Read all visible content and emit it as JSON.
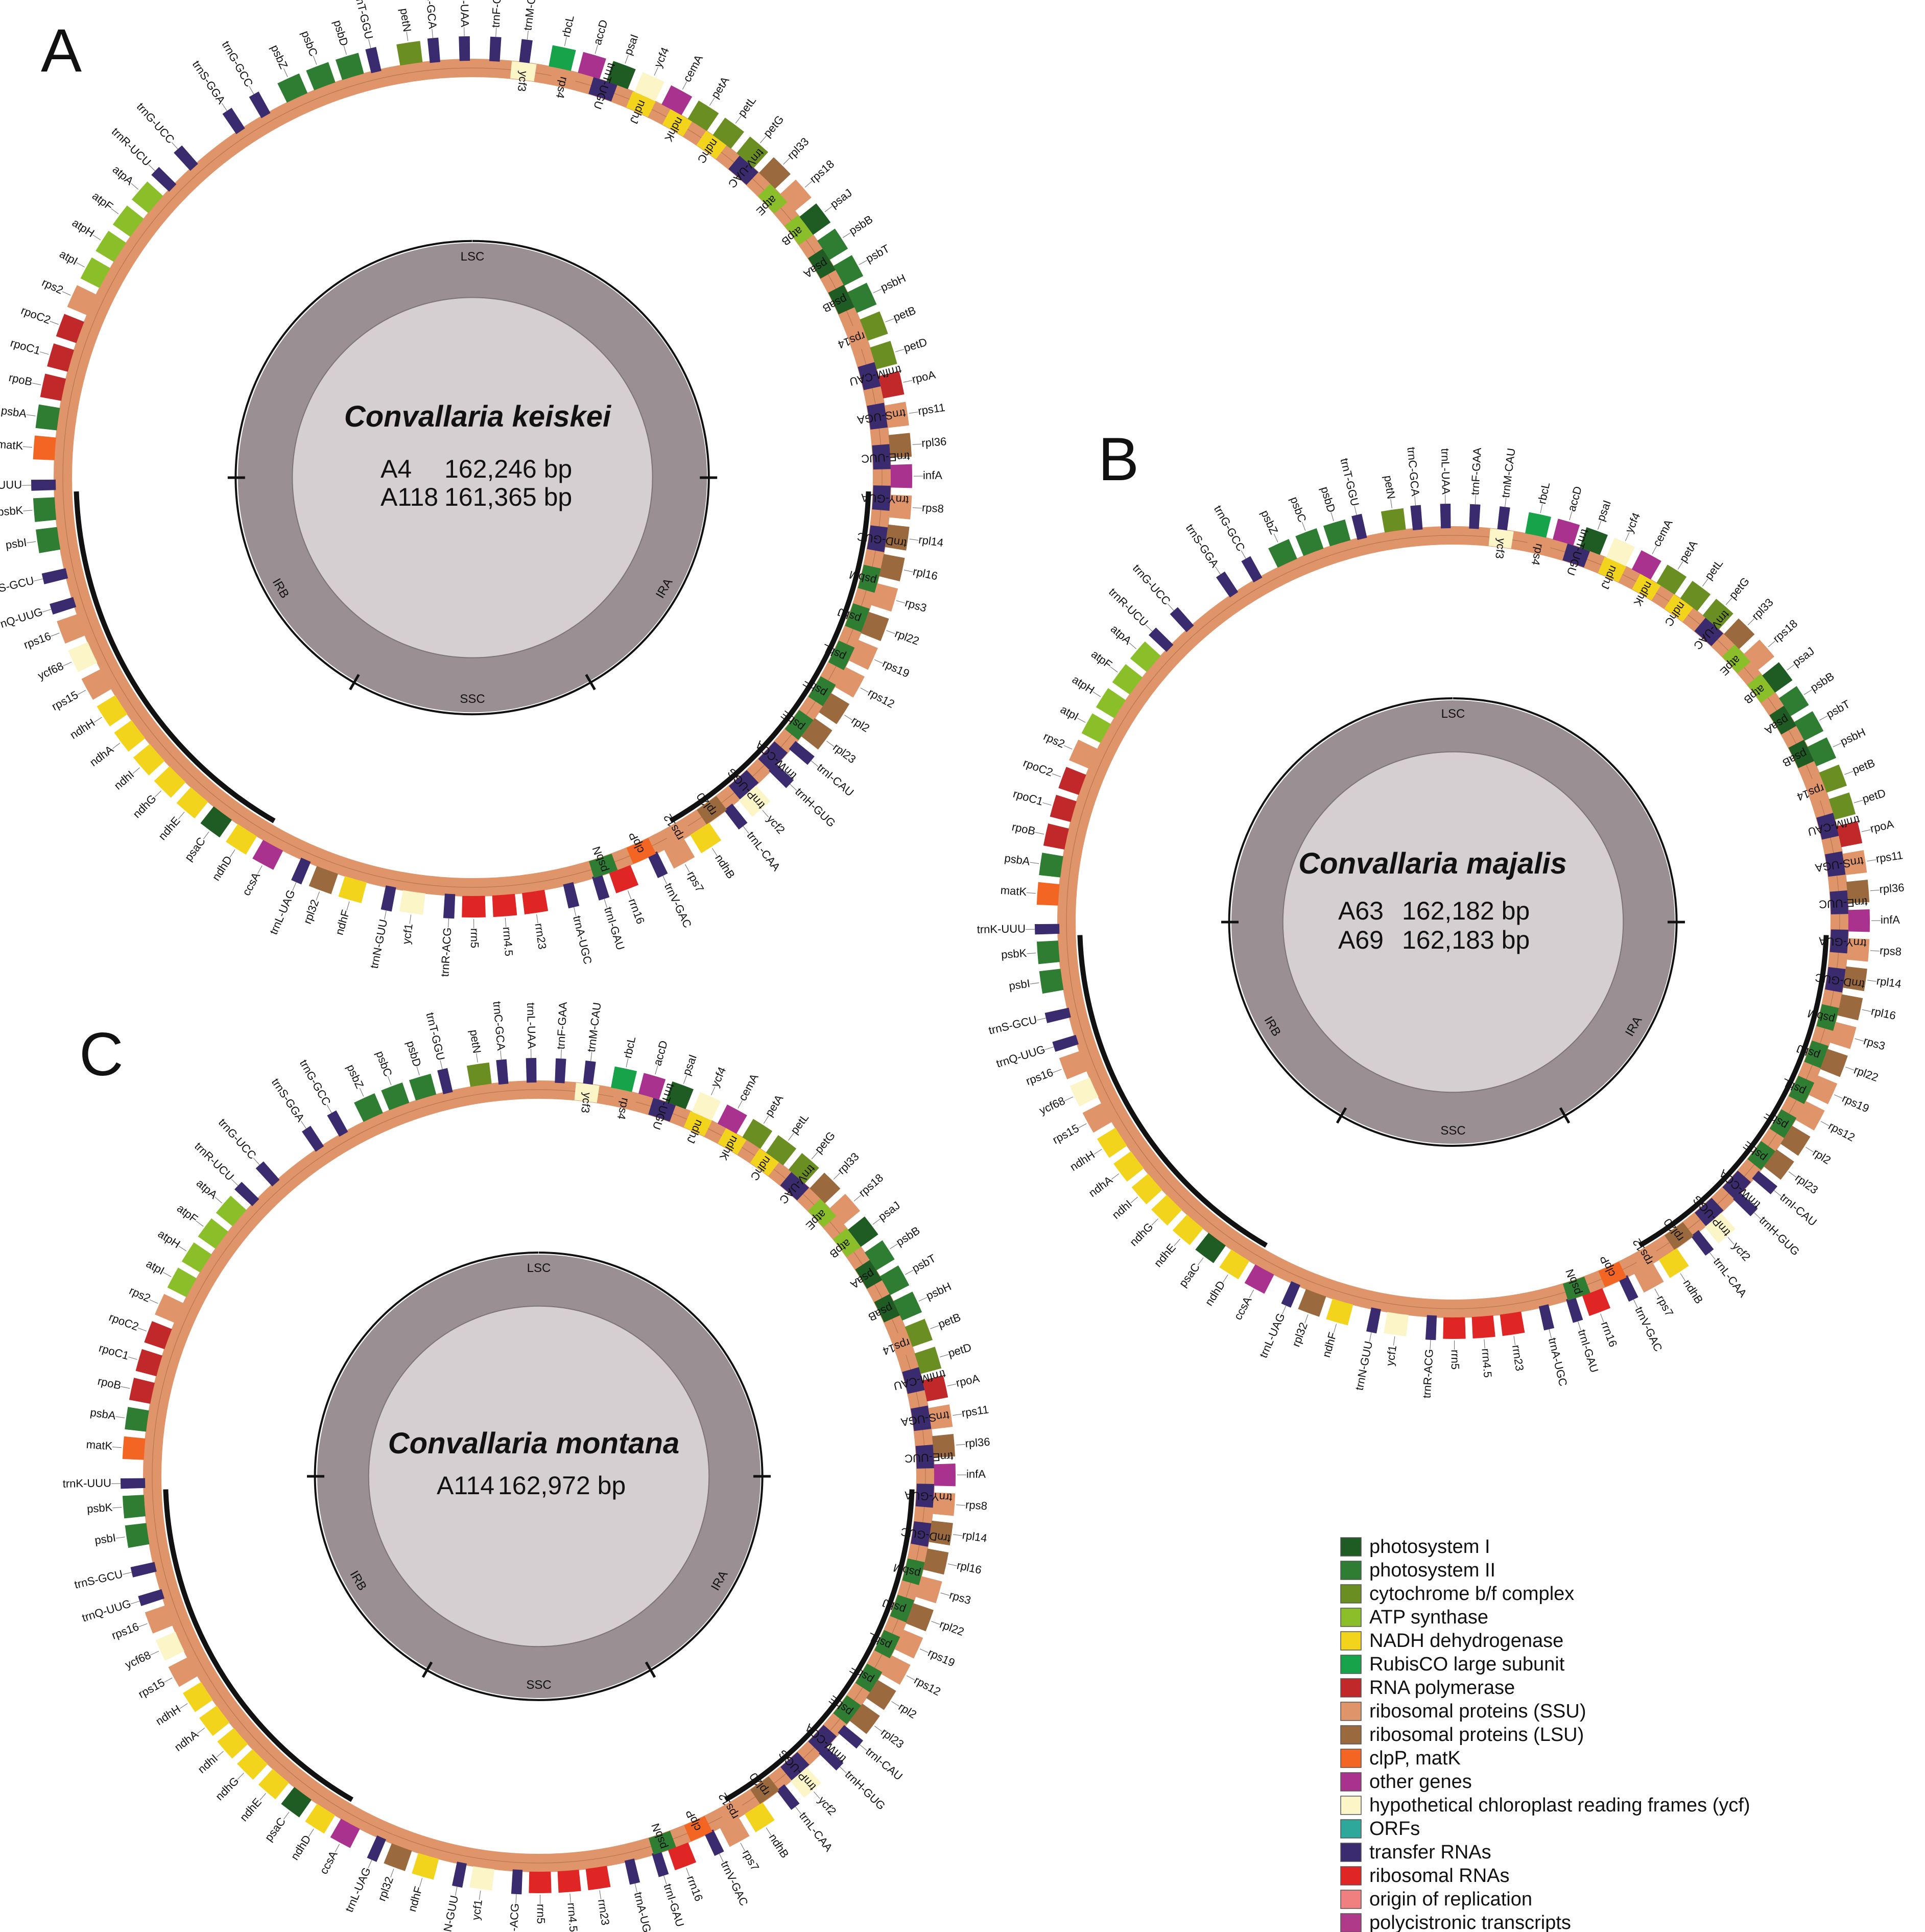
{
  "legend": [
    {
      "label": "photosystem I",
      "color": "#1f5c23"
    },
    {
      "label": "photosystem II",
      "color": "#2e7d32"
    },
    {
      "label": "cytochrome b/f complex",
      "color": "#6b8e23"
    },
    {
      "label": "ATP synthase",
      "color": "#8bbf2a"
    },
    {
      "label": "NADH dehydrogenase",
      "color": "#f2d41c"
    },
    {
      "label": "RubisCO large subunit",
      "color": "#16a34a"
    },
    {
      "label": "RNA polymerase",
      "color": "#c0282a"
    },
    {
      "label": "ribosomal proteins (SSU)",
      "color": "#e0946a"
    },
    {
      "label": "ribosomal proteins (LSU)",
      "color": "#9a6a3e"
    },
    {
      "label": "clpP, matK",
      "color": "#f26522"
    },
    {
      "label": "other genes",
      "color": "#a8328e"
    },
    {
      "label": "hypothetical chloroplast reading frames (ycf)",
      "color": "#fbf5c8"
    },
    {
      "label": "ORFs",
      "color": "#2ea89a"
    },
    {
      "label": "transfer RNAs",
      "color": "#3a2a6e"
    },
    {
      "label": "ribosomal RNAs",
      "color": "#e02525"
    },
    {
      "label": "origin of replication",
      "color": "#f08080"
    },
    {
      "label": "polycistronic transcripts",
      "color": "#b03a8a"
    }
  ],
  "gene_sets": {
    "outer": [
      "trnS-GGA",
      "trnG-GCC",
      "psbZ",
      "psbC",
      "psbD",
      "trnT-GGU",
      "petN",
      "trnC-GCA",
      "trnL-UAA",
      "trnF-GAA",
      "trnM-CAU",
      "rbcL",
      "accD",
      "psaI",
      "ycf4",
      "cemA",
      "petA",
      "petL",
      "petG",
      "rpl33",
      "rps18",
      "psaJ",
      "psbB",
      "psbT",
      "psbH",
      "petB",
      "petD",
      "rpoA",
      "rps11",
      "rpl36",
      "infA",
      "rps8",
      "rpl14",
      "rpl16",
      "rps3",
      "rpl22",
      "rps19",
      "rps12",
      "rpl2",
      "rpl23",
      "trnI-CAU",
      "trnH-GUG",
      "ycf2",
      "trnL-CAA",
      "ndhB",
      "rps7",
      "trnV-GAC",
      "rrn16",
      "trnI-GAU",
      "trnA-UGC",
      "rrn23",
      "rrn4.5",
      "rrn5",
      "trnR-ACG",
      "ycf1",
      "trnN-GUU",
      "ndhF",
      "rpl32",
      "trnL-UAG",
      "ccsA",
      "ndhD",
      "psaC",
      "ndhE",
      "ndhG",
      "ndhI",
      "ndhA",
      "ndhH",
      "rps15",
      "ycf68",
      "rps16",
      "trnQ-UUG",
      "trnS-GCU",
      "psbI",
      "psbK",
      "trnK-UUU",
      "matK",
      "psbA",
      "rpoB",
      "rpoC1",
      "rpoC2",
      "rps2",
      "atpI",
      "atpH",
      "atpF",
      "atpA",
      "trnR-UCU",
      "trnG-UCC"
    ],
    "inner": [
      "ycf3",
      "rps4",
      "trnT-UGU",
      "ndhJ",
      "ndhK",
      "ndhC",
      "trnV-UAC",
      "atpE",
      "atpB",
      "psaA",
      "psaB",
      "rps14",
      "trnfM-CAU",
      "trnS-UGA",
      "trnE-UUC",
      "trnY-GUA",
      "trnD-GUC",
      "psbM",
      "psbJ",
      "psbL",
      "psbF",
      "psbE",
      "trnW-CCA",
      "trnP-UGG",
      "rpl20",
      "rps12",
      "clpP",
      "psbN"
    ]
  },
  "panels": [
    {
      "letter": "A",
      "species": "Convallaria keiskei",
      "entries": [
        {
          "id": "A4",
          "size": "162,246 bp"
        },
        {
          "id": "A118",
          "size": "161,365 bp"
        }
      ],
      "regions": {
        "lsc": "LSC",
        "ira": "IRA",
        "ssc": "SSC",
        "irb": "IRB"
      }
    },
    {
      "letter": "B",
      "species": "Convallaria majalis",
      "entries": [
        {
          "id": "A63",
          "size": "162,182 bp"
        },
        {
          "id": "A69",
          "size": "162,183 bp"
        }
      ],
      "regions": {
        "lsc": "LSC",
        "ira": "IRA",
        "ssc": "SSC",
        "irb": "IRB"
      }
    },
    {
      "letter": "C",
      "species": "Convallaria montana",
      "entries": [
        {
          "id": "A114",
          "size": "162,972 bp"
        }
      ],
      "regions": {
        "lsc": "LSC",
        "ira": "IRA",
        "ssc": "SSC",
        "irb": "IRB"
      }
    }
  ]
}
